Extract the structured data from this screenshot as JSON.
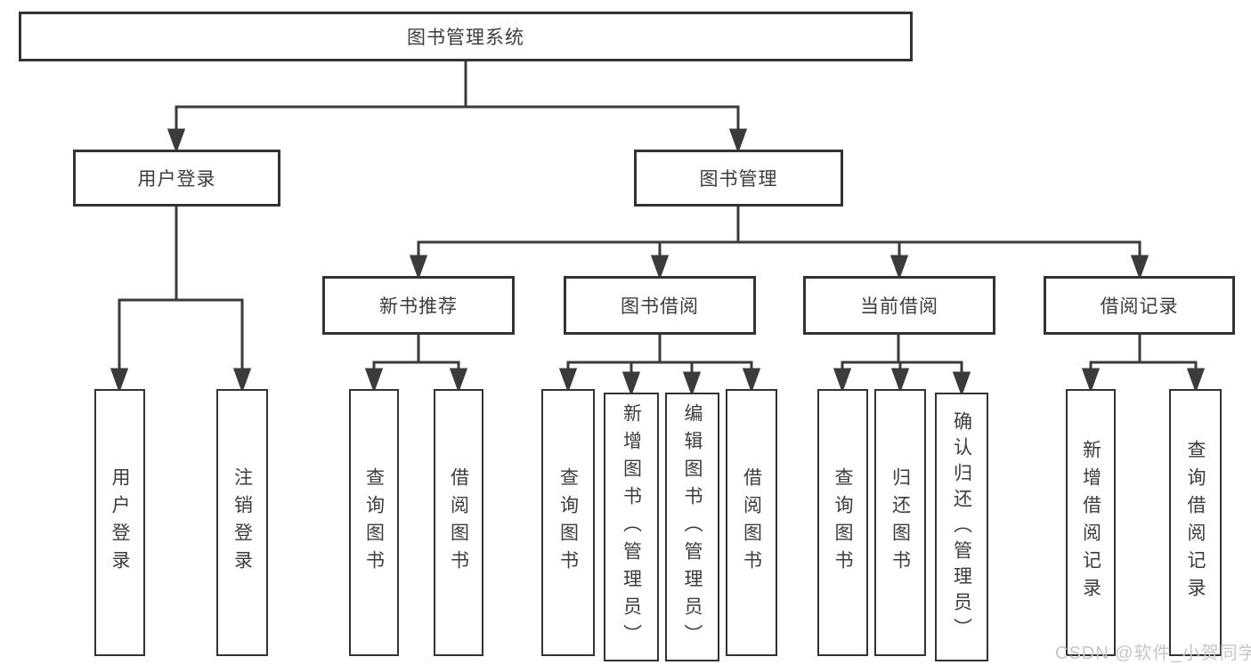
{
  "diagram": {
    "title": "图书管理系统",
    "level1": {
      "user_login": "用户登录",
      "book_management": "图书管理"
    },
    "level2": {
      "new_books": "新书推荐",
      "book_borrow": "图书借阅",
      "current_borrow": "当前借阅",
      "borrow_records": "借阅记录"
    },
    "leaves": {
      "login": "用户登录",
      "logout": "注销登录",
      "nb_query_books": "查询图书",
      "nb_borrow_books": "借阅图书",
      "bw_query_books": "查询图书",
      "bw_add_books": "新增图书（管理员）",
      "bw_edit_books": "编辑图书（管理员）",
      "bw_borrow_books": "借阅图书",
      "cur_query_books": "查询图书",
      "cur_return_books": "归还图书",
      "cur_confirm_return": "确认归还（管理员）",
      "rec_add_record": "新增借阅记录",
      "rec_query_record": "查询借阅记录"
    },
    "watermark": "CSDN @软件_小贺同学",
    "colors": {
      "line": "#3b3b3b",
      "box_border": "#333333",
      "text": "#3c3c3e",
      "watermark": "#c6c6c6",
      "background": "#ffffff"
    }
  }
}
